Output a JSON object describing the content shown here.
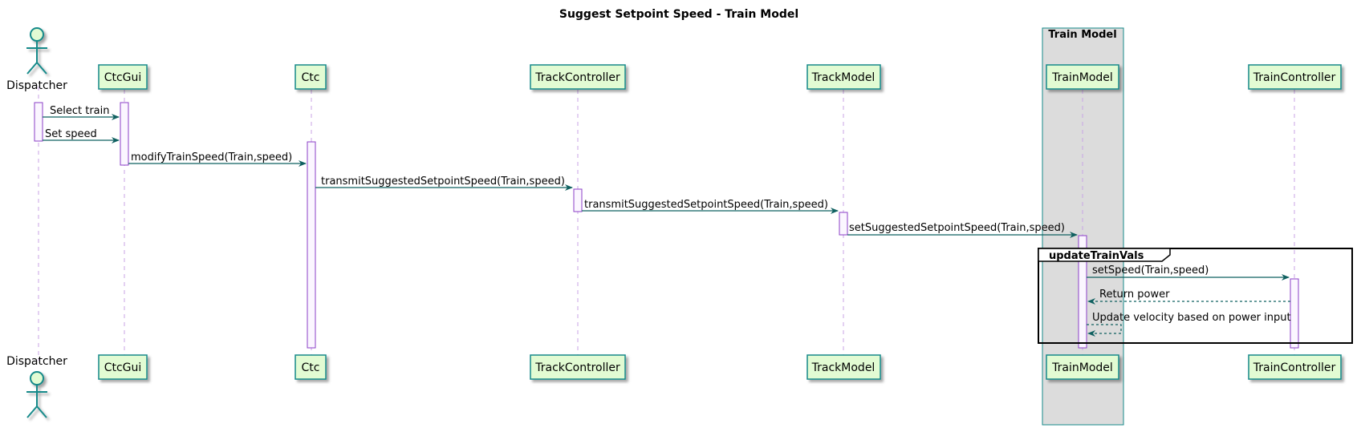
{
  "diagram": {
    "title": "Suggest Setpoint Speed - Train Model",
    "colors": {
      "participant_fill": "#e2fbd3",
      "participant_border": "#168a8a",
      "arrow": "#0f6060",
      "lifeline": "#c9a3e6",
      "activation_fill": "#fbf6ff",
      "group_box_fill": "#dcdcdc"
    },
    "participants": [
      {
        "id": "dispatcher",
        "label": "Dispatcher",
        "kind": "actor"
      },
      {
        "id": "ctcgui",
        "label": "CtcGui",
        "kind": "box"
      },
      {
        "id": "ctc",
        "label": "Ctc",
        "kind": "box"
      },
      {
        "id": "trackcontroller",
        "label": "TrackController",
        "kind": "box"
      },
      {
        "id": "trackmodel",
        "label": "TrackModel",
        "kind": "box"
      },
      {
        "id": "trainmodel",
        "label": "TrainModel",
        "kind": "box"
      },
      {
        "id": "traincontroller",
        "label": "TrainController",
        "kind": "box"
      }
    ],
    "box_group": {
      "label": "Train Model",
      "contains": [
        "trainmodel"
      ]
    },
    "messages": [
      {
        "from": "dispatcher",
        "to": "ctcgui",
        "label": "Select train",
        "style": "solid"
      },
      {
        "from": "dispatcher",
        "to": "ctcgui",
        "label": "Set speed",
        "style": "solid"
      },
      {
        "from": "ctcgui",
        "to": "ctc",
        "label": "modifyTrainSpeed(Train,speed)",
        "style": "solid"
      },
      {
        "from": "ctc",
        "to": "trackcontroller",
        "label": "transmitSuggestedSetpointSpeed(Train,speed)",
        "style": "solid"
      },
      {
        "from": "trackcontroller",
        "to": "trackmodel",
        "label": "transmitSuggestedSetpointSpeed(Train,speed)",
        "style": "solid"
      },
      {
        "from": "trackmodel",
        "to": "trainmodel",
        "label": "setSuggestedSetpointSpeed(Train,speed)",
        "style": "solid"
      },
      {
        "from": "trainmodel",
        "to": "traincontroller",
        "label": "setSpeed(Train,speed)",
        "style": "solid"
      },
      {
        "from": "traincontroller",
        "to": "trainmodel",
        "label": "Return power",
        "style": "dashed"
      },
      {
        "from": "trainmodel",
        "to": "trainmodel",
        "label": "Update velocity based on power input",
        "style": "dashed-self"
      }
    ],
    "fragment": {
      "label": "updateTrainVals"
    }
  }
}
